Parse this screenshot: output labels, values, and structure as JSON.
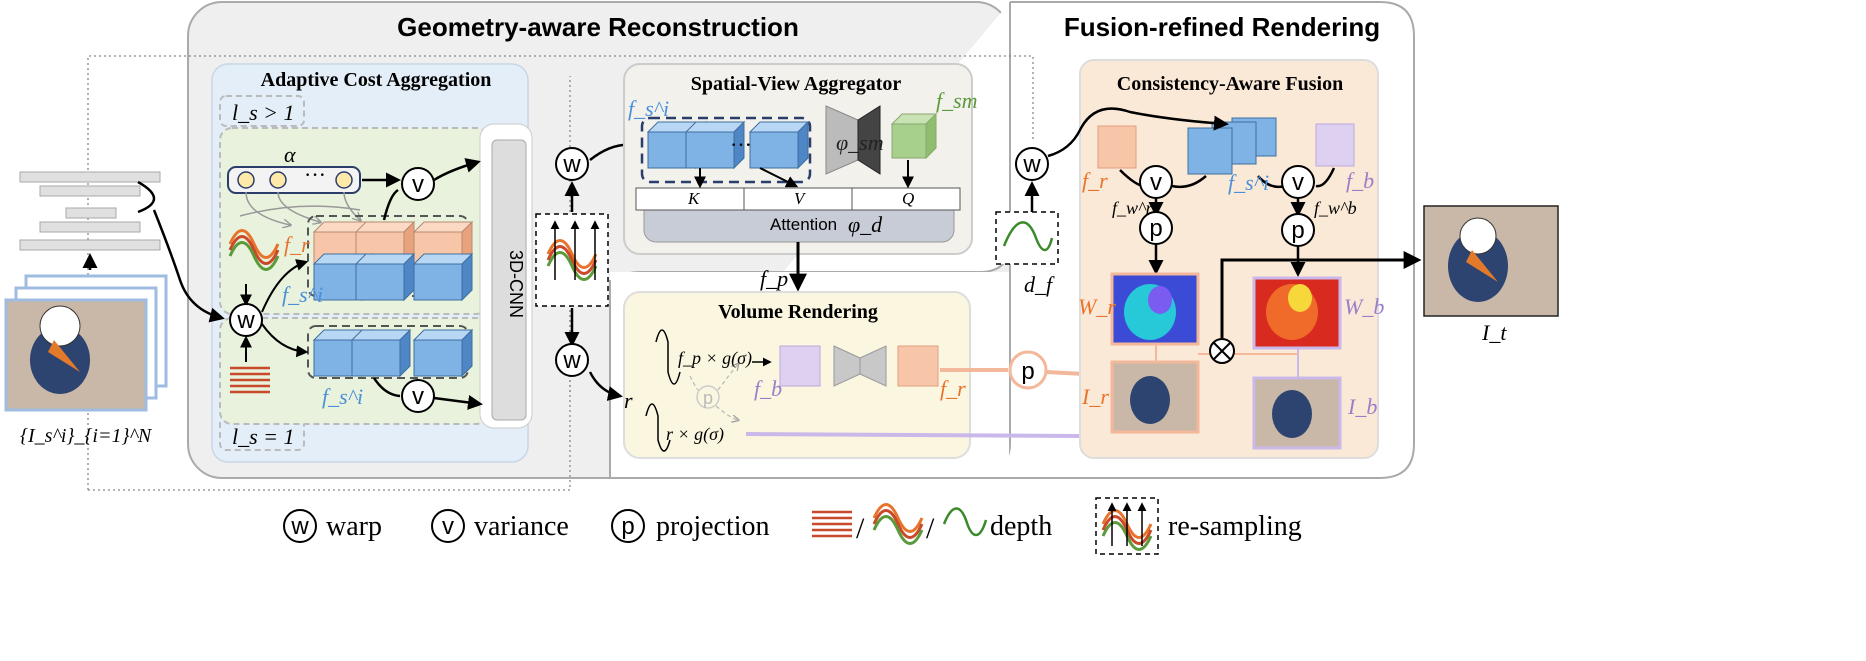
{
  "sections": {
    "left_title": "Geometry-aware Reconstruction",
    "right_title": "Fusion-refined Rendering"
  },
  "modules": {
    "adaptive": "Adaptive Cost Aggregation",
    "spatial_view": "Spatial-View Aggregator",
    "volume": "Volume Rendering",
    "consistency": "Consistency-Aware Fusion",
    "cnn3d": "3D-CNN",
    "attention": "Attention"
  },
  "labels": {
    "ls_gt1": "l_s > 1",
    "ls_eq1": "l_s = 1",
    "alpha": "α",
    "fr": "f_r",
    "fsi": "f_s^i",
    "fsi2": "f_s^i",
    "fsi_sva": "f_s^i",
    "fsm": "f_sm",
    "phi_sm": "φ_sm",
    "phi_d": "φ_d",
    "K": "K",
    "V": "V",
    "Q": "Q",
    "fp": "f_p",
    "r": "r",
    "int1": "f_p × g(σ)",
    "int2": "r × g(σ)",
    "fb_vol": "f_b",
    "fr_vol": "f_r",
    "df": "d_f",
    "fr_caf": "f_r",
    "fsi_caf": "f_s^i",
    "fb_caf": "f_b",
    "fwr": "f_w^r",
    "fwb": "f_w^b",
    "Wr": "W_r",
    "Wb": "W_b",
    "Ir": "I_r",
    "Ib": "I_b",
    "It": "I_t",
    "inputs": "{I_s^i}_{i=1}^N",
    "dots": "···"
  },
  "symbols": {
    "warp": "w",
    "variance": "v",
    "projection": "p"
  },
  "legend": {
    "warp": "warp",
    "variance": "variance",
    "projection": "projection",
    "slash": "/",
    "depth": "depth",
    "resampling": "re-sampling"
  },
  "colors": {
    "orange_feat": "#f7c5a8",
    "blue_feat": "#7fb2e5",
    "green_feat": "#a8d08d",
    "purple_feat": "#ddd0f0",
    "fr_text": "#e8742c",
    "fs_text": "#4a90d9",
    "fsm_text": "#5a9a3a",
    "fb_text": "#9a7ec8"
  }
}
